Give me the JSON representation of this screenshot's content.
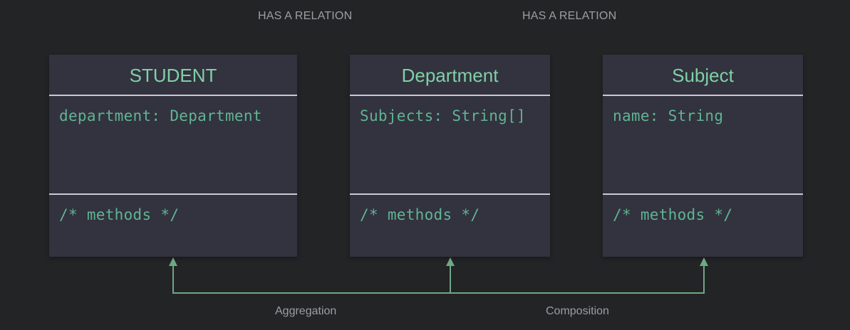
{
  "relations": {
    "left_label": "HAS A RELATION",
    "right_label": "HAS A RELATION"
  },
  "classes": [
    {
      "title": "STUDENT",
      "attribute": "department: Department",
      "methods": "/* methods */"
    },
    {
      "title": "Department",
      "attribute": "Subjects: String[]",
      "methods": "/* methods */"
    },
    {
      "title": "Subject",
      "attribute": "name: String",
      "methods": "/* methods */"
    }
  ],
  "connections": {
    "aggregation_label": "Aggregation",
    "composition_label": "Composition"
  },
  "colors": {
    "background": "#232426",
    "box": "#33323f",
    "title_text": "#7fd1a6",
    "code_text": "#5fb592",
    "connector": "#6ea884",
    "muted_text": "#9b9ea3"
  }
}
